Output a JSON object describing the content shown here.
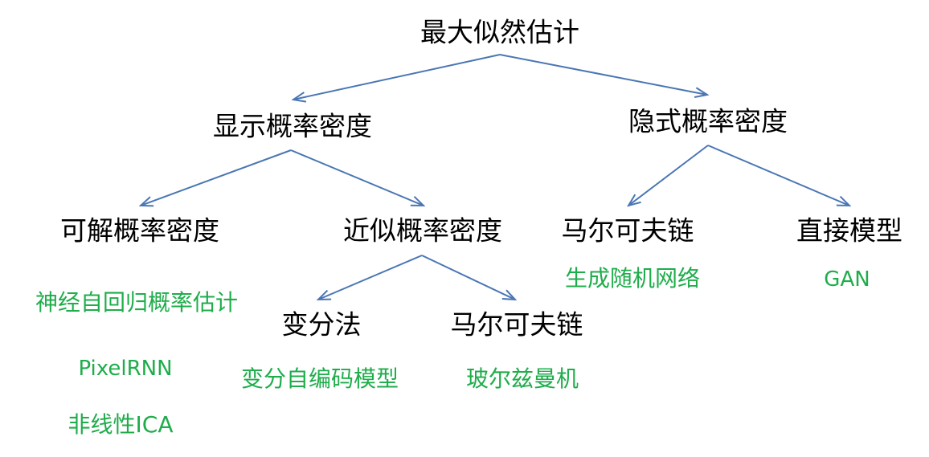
{
  "colors": {
    "edge": "#4a76b4",
    "node_text": "#000000",
    "method_text": "#1fad4b"
  },
  "nodes": {
    "root": "最大似然估计",
    "explicit": "显示概率密度",
    "implicit": "隐式概率密度",
    "tractable": "可解概率密度",
    "approximate": "近似概率密度",
    "markov_implicit": "马尔可夫链",
    "direct": "直接模型",
    "variational": "变分法",
    "markov_approx": "马尔可夫链"
  },
  "methods": {
    "nade": "神经自回归概率估计",
    "pixelrnn": "PixelRNN",
    "nonlinear_ica": "非线性ICA",
    "vae": "变分自编码模型",
    "boltzmann": "玻尔兹曼机",
    "gsn": "生成随机网络",
    "gan": "GAN"
  }
}
